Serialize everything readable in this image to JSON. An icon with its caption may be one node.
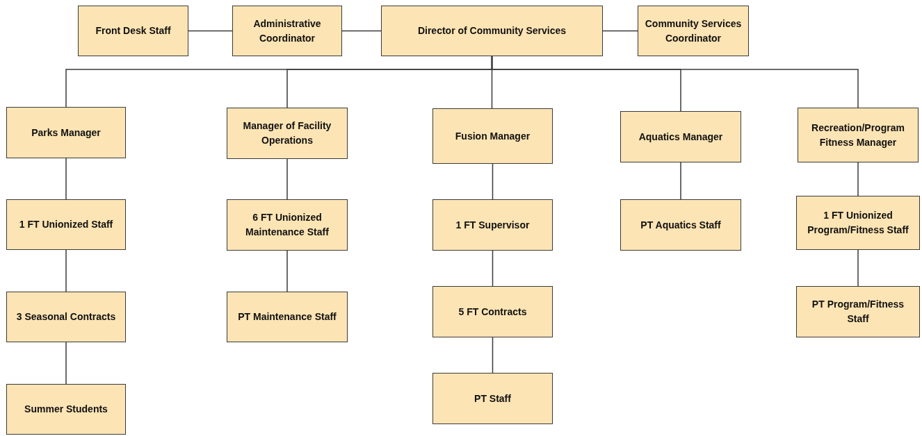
{
  "diagram": {
    "nodes": [
      {
        "text": [
          "Front Desk Staff"
        ]
      },
      {
        "text": [
          "Administrative Coordinator"
        ]
      },
      {
        "text": [
          "Director of Community Services"
        ]
      },
      {
        "text": [
          "Community Services Coordinator"
        ]
      },
      {
        "text": [
          "Parks Manager"
        ]
      },
      {
        "text": [
          "Manager of Facility Operations"
        ]
      },
      {
        "text": [
          "Fusion Manager"
        ]
      },
      {
        "text": [
          "Aquatics Manager"
        ]
      },
      {
        "text": [
          "Recreation/Program Fitness Manager"
        ]
      },
      {
        "text": [
          "1 FT Unionized Staff"
        ]
      },
      {
        "text": [
          "6 FT Unionized Maintenance Staff"
        ]
      },
      {
        "text": [
          "1 FT Supervisor"
        ]
      },
      {
        "text": [
          "PT Aquatics Staff"
        ]
      },
      {
        "text": [
          "1 FT Unionized Program/Fitness Staff"
        ]
      },
      {
        "text": [
          "3 Seasonal Contracts"
        ]
      },
      {
        "text": [
          "PT Maintenance Staff"
        ]
      },
      {
        "text": [
          "5 FT Contracts"
        ]
      },
      {
        "text": [
          "PT Program/Fitness Staff"
        ]
      },
      {
        "text": [
          "Summer Students"
        ]
      },
      {
        "text": [
          "PT Staff"
        ]
      }
    ],
    "edges": [
      {
        "from": 0,
        "to": 1,
        "arrow": "none"
      },
      {
        "from": 1,
        "to": 2,
        "arrow": "none"
      },
      {
        "from": 2,
        "to": 3,
        "arrow": "none"
      },
      {
        "from": 2,
        "to": 4,
        "arrow": "none"
      },
      {
        "from": 2,
        "to": 5,
        "arrow": "none"
      },
      {
        "from": 2,
        "to": 6,
        "arrow": "none"
      },
      {
        "from": 2,
        "to": 7,
        "arrow": "none"
      },
      {
        "from": 2,
        "to": 8,
        "arrow": "none"
      },
      {
        "from": 4,
        "to": 9,
        "arrow": "none"
      },
      {
        "from": 9,
        "to": 14,
        "arrow": "none"
      },
      {
        "from": 14,
        "to": 18,
        "arrow": "none"
      },
      {
        "from": 5,
        "to": 10,
        "arrow": "none"
      },
      {
        "from": 10,
        "to": 15,
        "arrow": "none"
      },
      {
        "from": 6,
        "to": 11,
        "arrow": "none"
      },
      {
        "from": 11,
        "to": 16,
        "arrow": "none"
      },
      {
        "from": 16,
        "to": 19,
        "arrow": "none"
      },
      {
        "from": 7,
        "to": 12,
        "arrow": "none"
      },
      {
        "from": 8,
        "to": 13,
        "arrow": "none"
      },
      {
        "from": 13,
        "to": 17,
        "arrow": "none"
      }
    ]
  }
}
